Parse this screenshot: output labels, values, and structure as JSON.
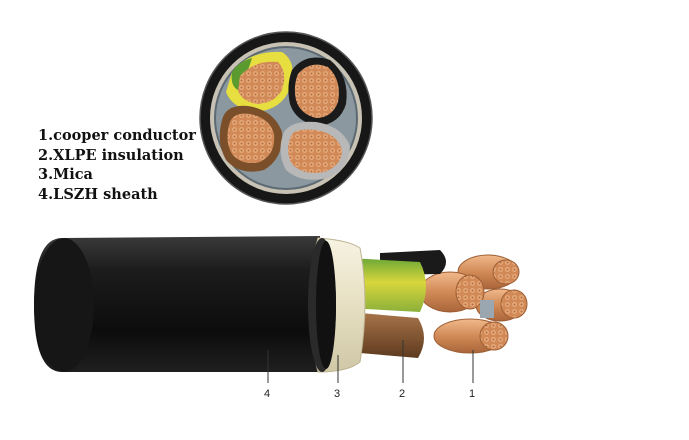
{
  "legend": [
    {
      "text": "1.cooper conductor"
    },
    {
      "text": "2.XLPE insulation"
    },
    {
      "text": "3.Mica"
    },
    {
      "text": "4.LSZH sheath"
    }
  ],
  "callouts": [
    "4",
    "3",
    "2",
    "1"
  ],
  "colors": {
    "sheath": "#141414",
    "mica": "#efe9cf",
    "copper": "#d18a57",
    "earth_green": "#5a9a2e",
    "earth_yellow": "#e7df3f",
    "insulation_brown": "#8a5a33",
    "insulation_grey": "#b8b8b8",
    "insulation_black": "#1a1a1a",
    "filler": "#9aa7b0"
  }
}
